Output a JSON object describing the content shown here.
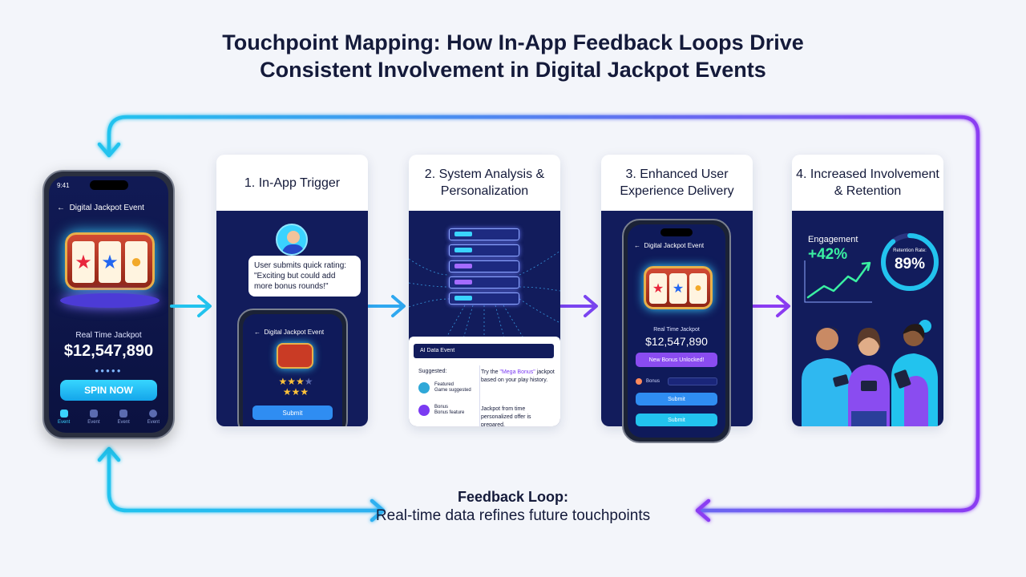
{
  "title_line1": "Touchpoint Mapping: How In-App Feedback Loops Drive",
  "title_line2": "Consistent Involvement in Digital Jackpot Events",
  "loop": {
    "title": "Feedback Loop:",
    "subtitle": "Real-time data refines future touchpoints",
    "colors": {
      "start": "#22c3ee",
      "end": "#8b3cf2"
    }
  },
  "main_phone": {
    "time": "9:41",
    "header": "Digital Jackpot Event",
    "jackpot_label": "Real Time Jackpot",
    "jackpot_amount": "$12,547,890",
    "spin_label": "SPIN NOW",
    "tabs": [
      "Event",
      "Event",
      "Event",
      "Event"
    ]
  },
  "steps": [
    {
      "title": "1. In-App Trigger"
    },
    {
      "title": "2. System Analysis & Personalization"
    },
    {
      "title": "3. Enhanced User Experience Delivery"
    },
    {
      "title": "4. Increased Involvement & Retention"
    }
  ],
  "step1": {
    "bubble_text": "User submits quick rating: \"Exciting but could add more bonus rounds!\"",
    "phone_header": "Digital Jackpot Event",
    "submit_label": "Submit"
  },
  "step2": {
    "ai_bar": "AI Data Event",
    "suggested_label": "Suggested:",
    "suggestions": [
      {
        "line1": "Featured",
        "line2": "Game suggested"
      },
      {
        "line1": "Bonus",
        "line2": "Bonus feature"
      }
    ],
    "ai_text_prefix": "Try the ",
    "ai_text_highlight": "\"Mega Bonus\"",
    "ai_text_suffix": " jackpot based on your play history.",
    "ai_text2": "Jackpot from time personalized offer is prepared."
  },
  "step3": {
    "phone_header": "Digital Jackpot Event",
    "jackpot_label": "Real Time Jackpot",
    "jackpot_amount": "$12,547,890",
    "bonus_label": "New Bonus Unlocked!",
    "row_label": "Bonus",
    "submit_label": "Submit",
    "submit2_label": "Submit"
  },
  "step4": {
    "engagement_label": "Engagement",
    "engagement_value": "+42%",
    "retention_label": "Retention Rate:",
    "retention_value": "89%",
    "retention_fraction": 0.89
  }
}
